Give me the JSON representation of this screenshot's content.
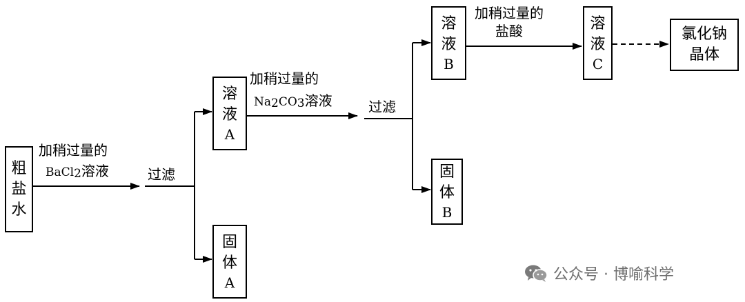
{
  "nodes": {
    "brine": {
      "chars": [
        "粗",
        "盐",
        "水"
      ]
    },
    "solution_a": {
      "chars": [
        "溶",
        "液"
      ],
      "letter": "A"
    },
    "solid_a": {
      "chars": [
        "固",
        "体"
      ],
      "letter": "A"
    },
    "solution_b": {
      "chars": [
        "溶",
        "液"
      ],
      "letter": "B"
    },
    "solid_b": {
      "chars": [
        "固",
        "体"
      ],
      "letter": "B"
    },
    "solution_c": {
      "chars": [
        "溶",
        "液"
      ],
      "letter": "C"
    },
    "nacl_crystal": {
      "line1": "氯化钠",
      "line2": "晶体"
    }
  },
  "labels": {
    "step1_reagent_line1": "加稍过量的",
    "step1_reagent_formula": "BaCl",
    "step1_reagent_sub": "2",
    "step1_reagent_suffix": "溶液",
    "filter1": "过滤",
    "step2_reagent_line1": "加稍过量的",
    "step2_reagent_na": "Na",
    "step2_reagent_sub1": "2",
    "step2_reagent_co": "CO",
    "step2_reagent_sub2": "3",
    "step2_reagent_suffix": "溶液",
    "filter2": "过滤",
    "step3_reagent_line1": "加稍过量的",
    "step3_reagent_line2": "盐酸"
  },
  "watermark": {
    "text": "公众号 · 博喻科学",
    "icon": "wechat-icon"
  }
}
